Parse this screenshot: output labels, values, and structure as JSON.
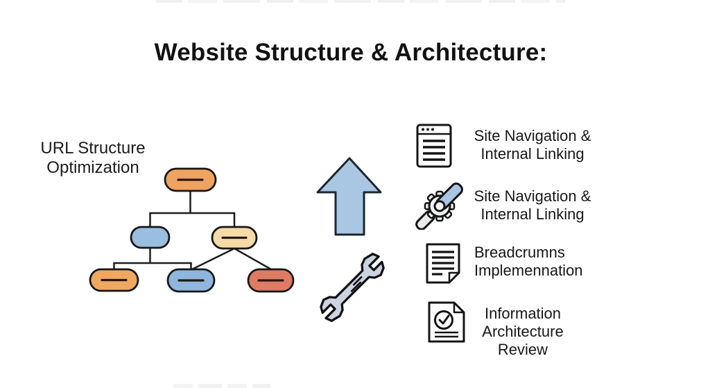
{
  "title": "Website Structure & Architecture:",
  "left_label": {
    "line1": "URL Structure",
    "line2": "Optimization"
  },
  "tree": {
    "node_colors": {
      "root": "#EFA35E",
      "mid_left": "#9ABEDF",
      "mid_right": "#F6DBA6",
      "leaf_left": "#F0A75F",
      "leaf_mid": "#8FB6DC",
      "leaf_right": "#DF7A63"
    }
  },
  "center": {
    "arrow_color": "#A9C6E3",
    "wrench_color": "#CAD3DF",
    "gear_bar_color": "#A8C5E4"
  },
  "list": {
    "items": [
      {
        "icon": "browser-window-icon",
        "lines": [
          "Site Navigation &",
          "Internal Linking"
        ]
      },
      {
        "icon": "gear-wrench-icon",
        "lines": [
          "Site Navigation &",
          "Internal Linking"
        ]
      },
      {
        "icon": "document-lines-icon",
        "lines": [
          "Breadcrumns",
          "Implemennation"
        ]
      },
      {
        "icon": "document-check-icon",
        "lines": [
          "Information",
          "Architecture",
          "Review"
        ]
      }
    ]
  }
}
